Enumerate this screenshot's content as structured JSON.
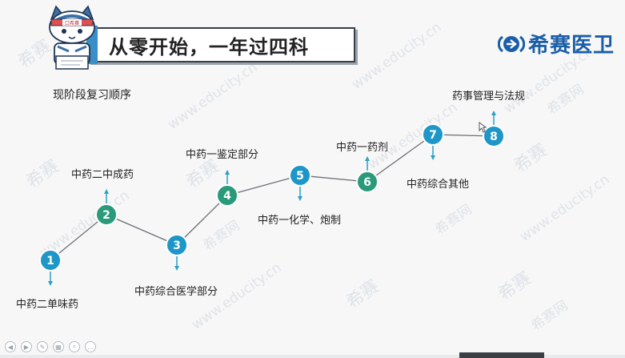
{
  "slide": {
    "title": "从零开始，一年过四科",
    "subtitle": "现阶段复习顺序",
    "logo_text": "希赛医卫",
    "mascot_badge": "口希赛",
    "watermarks": [
      "希赛",
      "www.educity.cn",
      "希赛网"
    ]
  },
  "steps": [
    {
      "num": "1",
      "label": "中药二单味药",
      "color": "#1e96c8"
    },
    {
      "num": "2",
      "label": "中药二中成药",
      "color": "#2a9a7a"
    },
    {
      "num": "3",
      "label": "中药综合医学部分",
      "color": "#1e96c8"
    },
    {
      "num": "4",
      "label": "中药一鉴定部分",
      "color": "#2a9a7a"
    },
    {
      "num": "5",
      "label": "中药一化学、炮制",
      "color": "#1e96c8"
    },
    {
      "num": "6",
      "label": "中药一药剂",
      "color": "#2a9a7a"
    },
    {
      "num": "7",
      "label": "中药综合其他",
      "color": "#1e96c8"
    },
    {
      "num": "8",
      "label": "药事管理与法规",
      "color": "#1e96c8"
    }
  ]
}
